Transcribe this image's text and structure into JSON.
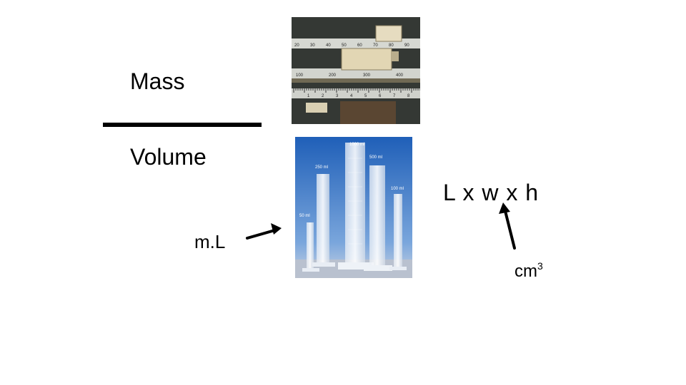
{
  "slide": {
    "numerator": "Mass",
    "denominator": "Volume",
    "volume_unit_liquid": "m.L",
    "volume_formula": "L x w x h",
    "volume_unit_solid_base": "cm",
    "volume_unit_solid_exponent": "3"
  },
  "balance_image": {
    "beam_top_marks": [
      "20",
      "30",
      "40",
      "50",
      "60",
      "70",
      "80",
      "90"
    ],
    "beam_middle_marks": [
      "100",
      "200",
      "300",
      "400"
    ],
    "beam_bottom_marks": [
      "1",
      "2",
      "3",
      "4",
      "5",
      "6",
      "7",
      "8"
    ]
  },
  "cylinder_image": {
    "labels": [
      "1000 ml",
      "500 ml",
      "250 ml",
      "100 ml",
      "50 ml"
    ]
  }
}
